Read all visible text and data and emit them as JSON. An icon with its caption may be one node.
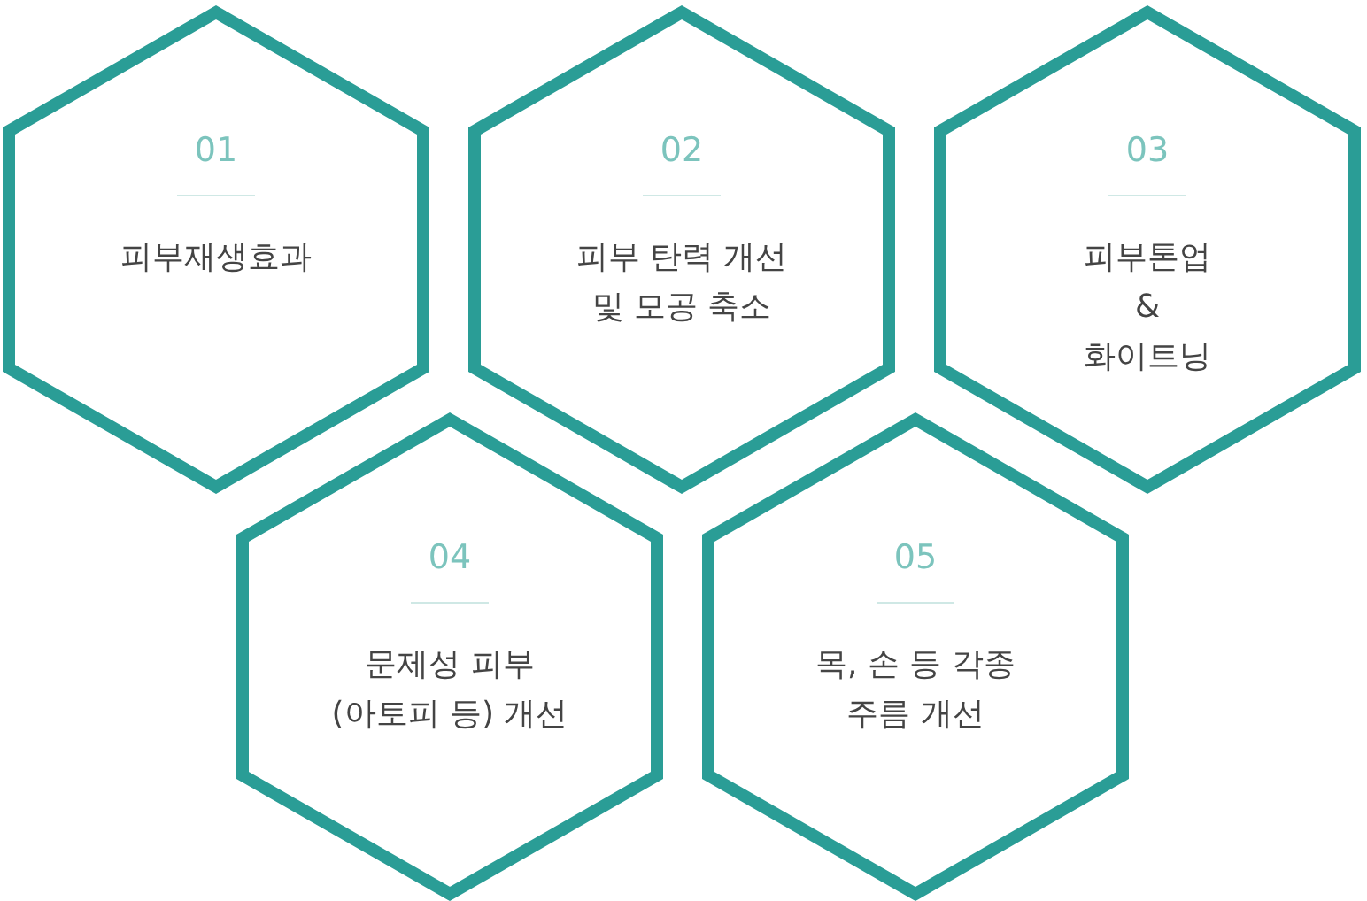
{
  "diagram": {
    "nodes": [
      {
        "text": [
          "01",
          "피부재생효과"
        ]
      },
      {
        "text": [
          "02",
          "피부 탄력 개선 및 모공 축소"
        ]
      },
      {
        "text": [
          "03",
          "피부톤업 & 화이트닝"
        ]
      },
      {
        "text": [
          "04",
          "문제성 피부 (아토피 등) 개선"
        ]
      },
      {
        "text": [
          "05",
          "목, 손 등 각종 주름 개선"
        ]
      }
    ]
  }
}
